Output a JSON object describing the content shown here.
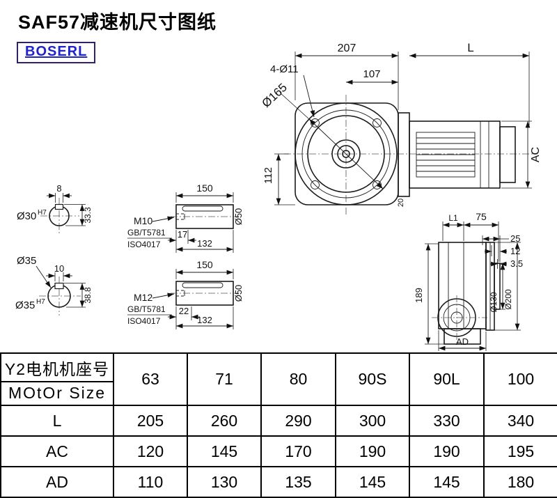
{
  "page": {
    "title": "SAF57减速机尺寸图纸",
    "logo": "BOSERL"
  },
  "front_view": {
    "dim_207": "207",
    "dim_l": "L",
    "dim_107": "107",
    "dim_4_o11": "4-Ø11",
    "dim_o165": "Ø165",
    "dim_112": "112",
    "dim_ac": "AC",
    "dim_20": "20"
  },
  "shaft_section_1": {
    "key_width": "8",
    "bore": "Ø30",
    "bore_tol": "H7",
    "key_depth": "33.3"
  },
  "shaft_section_2": {
    "shaft_dia": "Ø35",
    "key_width": "10",
    "bore": "Ø35",
    "bore_tol": "H7",
    "key_depth": "38.8"
  },
  "shaft_detail_1": {
    "length": "150",
    "thread": "M10",
    "std_gb": "GB/T5781",
    "std_iso": "ISO4017",
    "thread_len": "17",
    "key_len": "132",
    "dia": "Ø50"
  },
  "shaft_detail_2": {
    "length": "150",
    "thread": "M12",
    "std_gb": "GB/T5781",
    "std_iso": "ISO4017",
    "thread_len": "22",
    "key_len": "132",
    "dia": "Ø50"
  },
  "side_view": {
    "dim_l1": "L1",
    "dim_75": "75",
    "dim_25": "25",
    "dim_12": "12",
    "dim_3_5": "3.5",
    "dim_189": "189",
    "dia_130": "Ø130",
    "dia_200": "Ø200",
    "dim_ad": "AD"
  },
  "table": {
    "header": {
      "label_cn": "Y2电机机座号",
      "label_en": "MOtOr Size",
      "sizes": [
        "63",
        "71",
        "80",
        "90S",
        "90L",
        "100"
      ]
    },
    "rows": [
      {
        "label": "L",
        "values": [
          "205",
          "260",
          "290",
          "300",
          "330",
          "340"
        ]
      },
      {
        "label": "AC",
        "values": [
          "120",
          "145",
          "170",
          "190",
          "190",
          "195"
        ]
      },
      {
        "label": "AD",
        "values": [
          "110",
          "130",
          "135",
          "145",
          "145",
          "180"
        ]
      }
    ]
  }
}
